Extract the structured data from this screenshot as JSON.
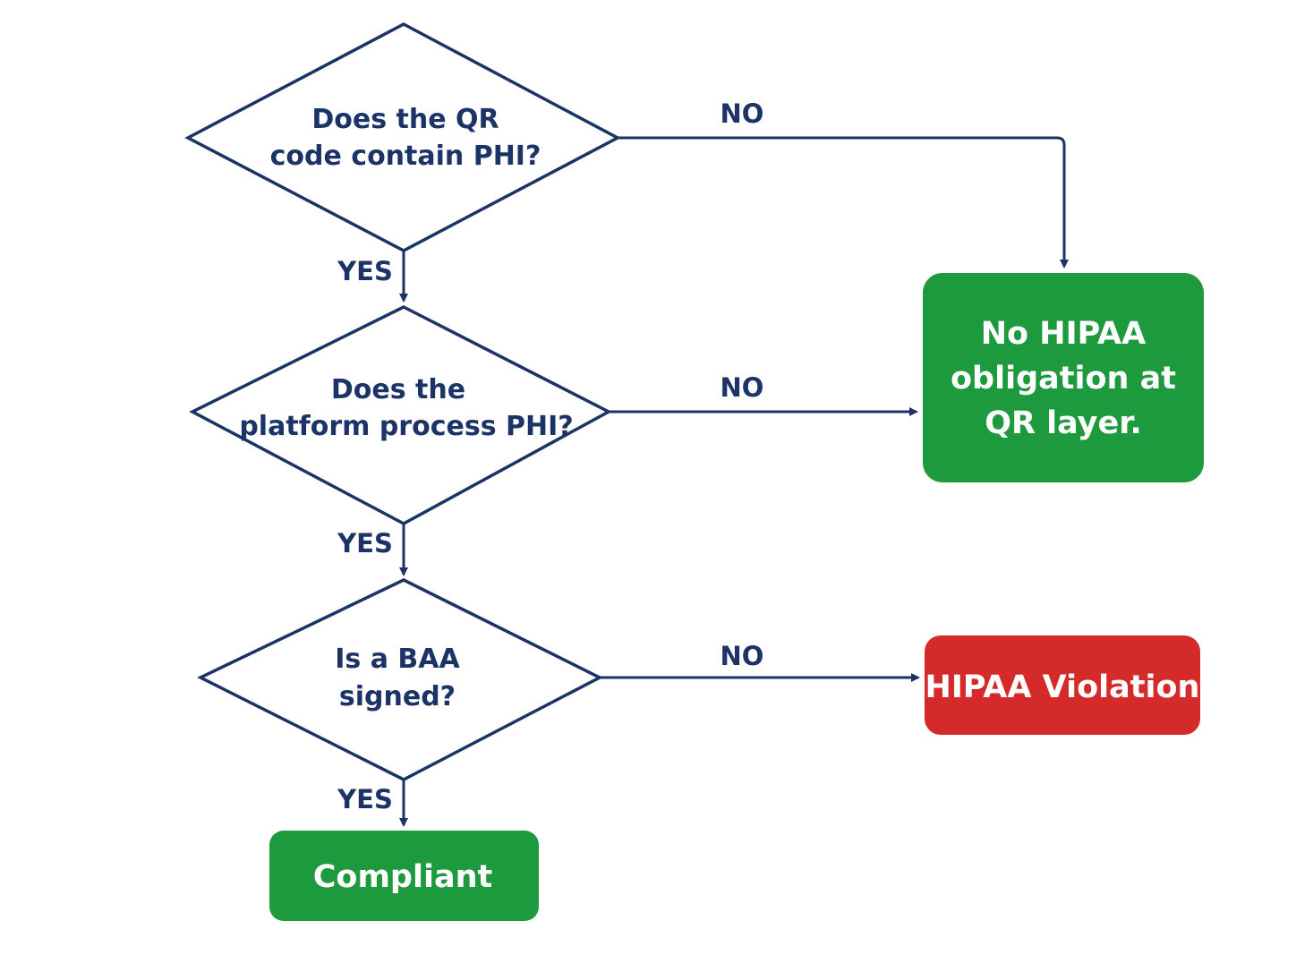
{
  "colors": {
    "line": "#1b3366",
    "text": "#1b3366",
    "outcome_green": "#1e9a3e",
    "outcome_red": "#d42a2a",
    "outcome_text": "#ffffff"
  },
  "decisions": [
    {
      "id": "d1",
      "lines": [
        "Does the QR",
        "code contain PHI?"
      ]
    },
    {
      "id": "d2",
      "lines": [
        "Does the",
        "platform process PHI?"
      ]
    },
    {
      "id": "d3",
      "lines": [
        "Is a BAA",
        "signed?"
      ]
    }
  ],
  "outcomes": [
    {
      "id": "no-obligation",
      "lines": [
        "No HIPAA",
        "obligation at",
        "QR layer."
      ],
      "color": "#1e9a3e"
    },
    {
      "id": "violation",
      "lines": [
        "HIPAA Violation"
      ],
      "color": "#d42a2a"
    },
    {
      "id": "compliant",
      "lines": [
        "Compliant"
      ],
      "color": "#1e9a3e"
    }
  ],
  "edges": [
    {
      "id": "e1",
      "from": "d1",
      "to": "no-obligation",
      "label": "NO"
    },
    {
      "id": "e2",
      "from": "d1",
      "to": "d2",
      "label": "YES"
    },
    {
      "id": "e3",
      "from": "d2",
      "to": "no-obligation",
      "label": "NO"
    },
    {
      "id": "e4",
      "from": "d2",
      "to": "d3",
      "label": "YES"
    },
    {
      "id": "e5",
      "from": "d3",
      "to": "violation",
      "label": "NO"
    },
    {
      "id": "e6",
      "from": "d3",
      "to": "compliant",
      "label": "YES"
    }
  ]
}
